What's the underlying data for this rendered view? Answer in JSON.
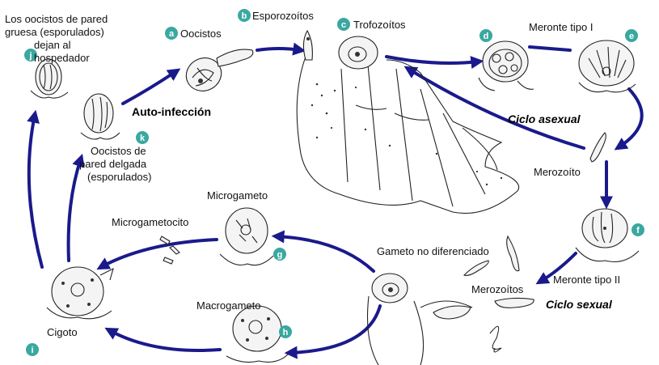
{
  "colors": {
    "arrow": "#1a1a8c",
    "badge": "#3aa8a0",
    "ink": "#222222"
  },
  "labels": {
    "j_title": "Los oocistos de pared gruesa (esporulados) dejan al hospedador",
    "oocistos": "Oocistos",
    "esporozoitos": "Esporozoítos",
    "trofozoitos": "Trofozoítos",
    "meronte_1": "Meronte tipo I",
    "auto_infeccion": "Auto-infección",
    "ciclo_asexual": "Ciclo asexual",
    "oocistos_delgada": "Oocistos de pared delgada (esporulados)",
    "merozoito": "Merozoíto",
    "microgameto": "Microgameto",
    "microgametocito": "Microgametocito",
    "gameto_no_dif": "Gameto no diferenciado",
    "merozoitos": "Merozoítos",
    "meronte_2": "Meronte tipo II",
    "ciclo_sexual": "Ciclo sexual",
    "macrogameto": "Macrogameto",
    "cigoto": "Cigoto"
  },
  "badges": {
    "a": "a",
    "b": "b",
    "c": "c",
    "d": "d",
    "e": "e",
    "f": "f",
    "g": "g",
    "h": "h",
    "i": "i",
    "j": "j",
    "k": "k"
  }
}
